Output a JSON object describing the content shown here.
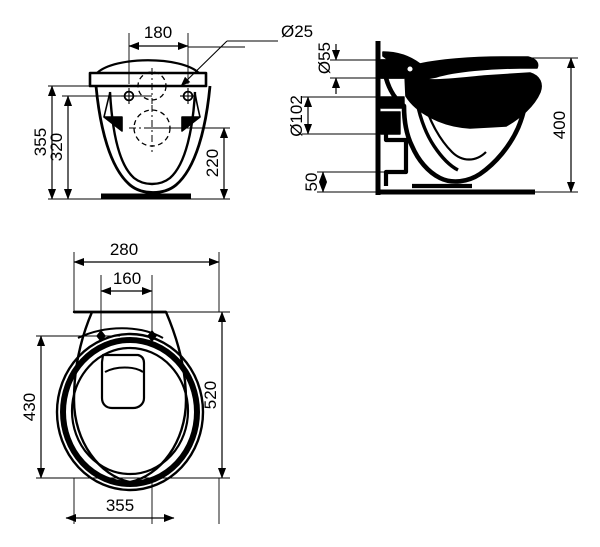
{
  "drawing": {
    "title": "Wall-hung WC pan technical drawing",
    "units": "mm",
    "line_color": "#000000",
    "background_color": "#ffffff"
  },
  "views": {
    "rear": {
      "name": "rear-elevation-view",
      "dimensions": {
        "bolt_spacing": "180",
        "outlet_bore": "Ø25",
        "overall_height": "355",
        "fixing_height": "320",
        "outlet_height": "220"
      }
    },
    "side": {
      "name": "side-elevation-view",
      "dimensions": {
        "flush_inlet": "Ø55",
        "soil_outlet": "Ø102",
        "outlet_from_floor_line": "50",
        "projection": "400"
      }
    },
    "plan": {
      "name": "plan-view",
      "dimensions": {
        "back_width": "280",
        "fixing_centres": "160",
        "bowl_length": "430",
        "overall_length": "520",
        "overall_width": "355"
      }
    }
  },
  "chart_data": {
    "type": "table",
    "title": "Wall-hung WC pan dimensions",
    "categories": [
      "180",
      "Ø25",
      "355",
      "320",
      "220",
      "Ø55",
      "Ø102",
      "50",
      "400",
      "280",
      "160",
      "430",
      "520",
      "355"
    ],
    "values": [
      180,
      25,
      355,
      320,
      220,
      55,
      102,
      50,
      400,
      280,
      160,
      430,
      520,
      355
    ]
  }
}
